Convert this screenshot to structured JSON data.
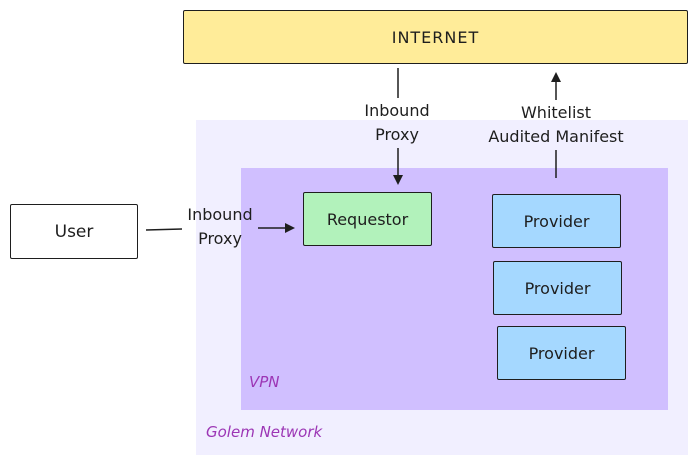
{
  "diagram": {
    "internet": "INTERNET",
    "golem_network": "Golem Network",
    "vpn": "VPN",
    "user": "User",
    "requestor": "Requestor",
    "providers": [
      "Provider",
      "Provider",
      "Provider"
    ],
    "inbound_proxy_top": [
      "Inbound",
      "Proxy"
    ],
    "outbound_label": [
      "Whitelist",
      "Audited Manifest"
    ],
    "inbound_proxy_left": [
      "Inbound",
      "Proxy"
    ]
  },
  "colors": {
    "internet_fill": "#ffec99",
    "golem_fill": "#f1efff",
    "vpn_fill": "#d0bfff",
    "requestor_fill": "#b2f2bb",
    "provider_fill": "#a5d8ff",
    "network_label": "#9c36b5"
  }
}
